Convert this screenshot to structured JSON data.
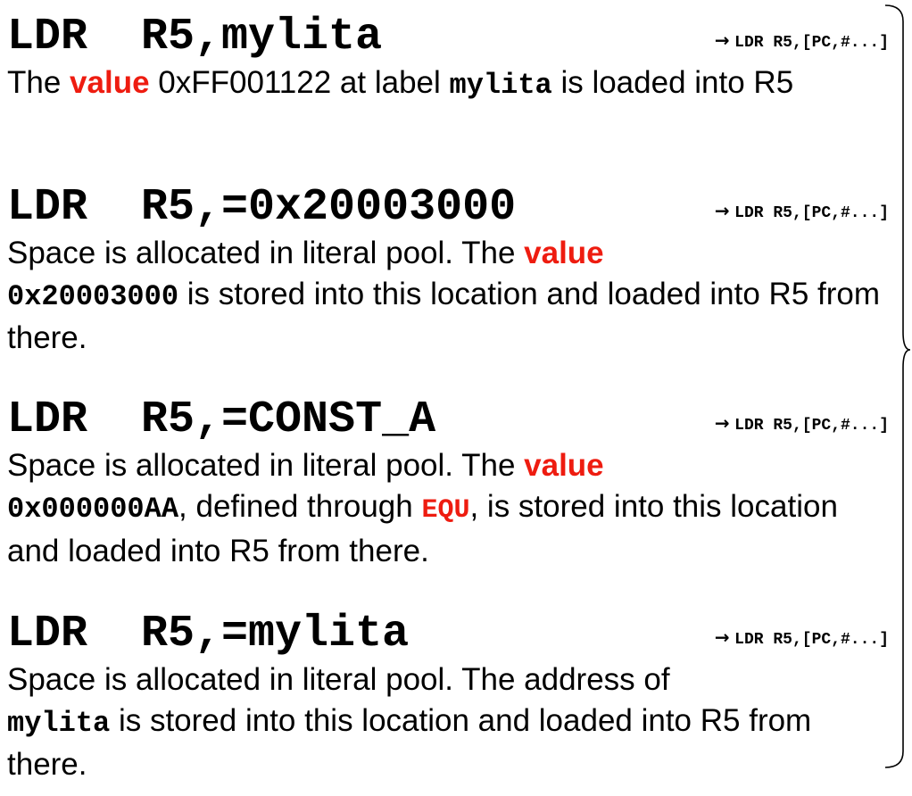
{
  "arrow_symbol": "→",
  "blocks": [
    {
      "instruction": "LDR  R5,mylita",
      "encoding": "LDR R5,[PC,#...]",
      "desc": {
        "p1": "The ",
        "value": "value",
        "p2": " 0xFF001122 at label ",
        "label": "mylita",
        "p3": "  is loaded into R5"
      }
    },
    {
      "instruction": "LDR  R5,=0x20003000",
      "encoding": "LDR R5,[PC,#...]",
      "desc": {
        "p1": "Space is allocated in literal pool. The ",
        "value": "value",
        "hex": "0x20003000",
        "p2": " is stored into this location and loaded into R5 from there."
      }
    },
    {
      "instruction": "LDR  R5,=CONST_A",
      "encoding": "LDR R5,[PC,#...]",
      "desc": {
        "p1": "Space is allocated in literal pool. The ",
        "value": "value",
        "hex": "0x000000AA",
        "p2": ", defined through ",
        "equ": "EQU",
        "p3": ",  is stored into this location and loaded into R5 from there."
      }
    },
    {
      "instruction": "LDR  R5,=mylita",
      "encoding": "LDR R5,[PC,#...]",
      "desc": {
        "p1": "Space is allocated in literal pool. The address of ",
        "label": "mylita",
        "p2": "  is stored into this location and loaded into R5 from there."
      }
    }
  ],
  "colors": {
    "accent_red": "#ee1c10",
    "text": "#000000",
    "background": "#ffffff"
  }
}
